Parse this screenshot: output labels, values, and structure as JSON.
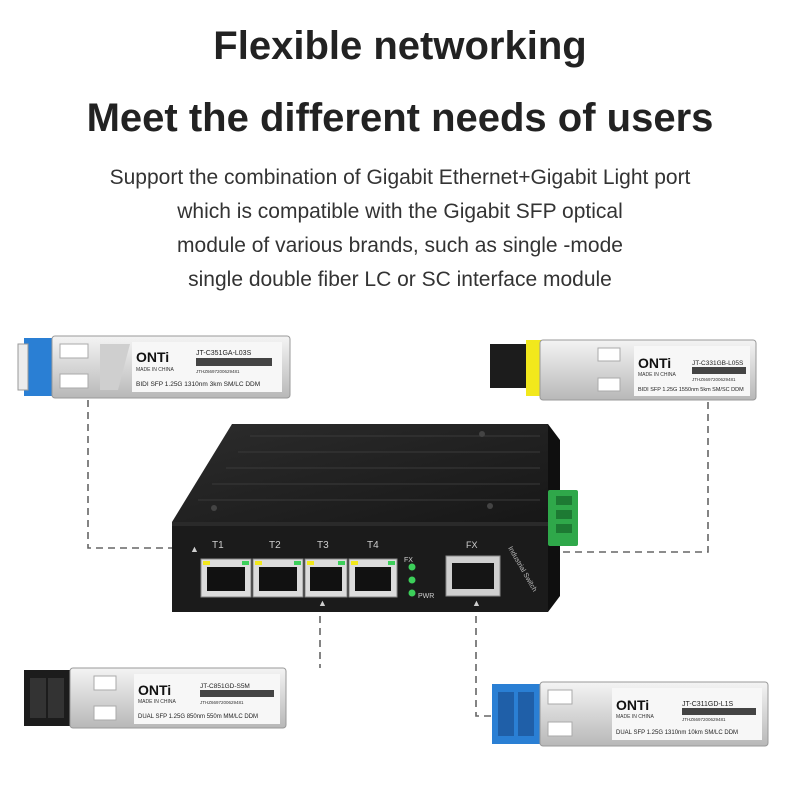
{
  "header": {
    "title_line1": "Flexible networking",
    "title_line2": "Meet the different needs of users",
    "description": [
      "Support the combination of Gigabit Ethernet+Gigabit Light port",
      "which is compatible with the Gigabit SFP optical",
      "module of various brands, such as single -mode",
      "single double fiber LC or SC interface module"
    ]
  },
  "switch": {
    "port_labels": [
      "T1",
      "T2",
      "T3",
      "T4"
    ],
    "fx_label": "FX",
    "fx_led_label": "FX",
    "pwr_led_label": "PWR",
    "side_text": "Industrial Switch"
  },
  "modules": {
    "top_left": {
      "brand": "ONTi",
      "made_in": "MADE IN CHINA",
      "model": "JT-C351GA-L03S",
      "serial": "JTHZ6697200629481",
      "spec": "BIDI  SFP  1.25G  1310nm 3km SM/LC  DDM"
    },
    "top_right": {
      "brand": "ONTi",
      "made_in": "MADE IN CHINA",
      "model": "JT-C331GB-L05S",
      "serial": "JTHZ6697200629481",
      "spec": "BIDI  SFP  1.25G  1550nm 5km SM/SC DDM"
    },
    "bottom_left": {
      "brand": "ONTi",
      "made_in": "MADE IN CHINA",
      "model": "JT-C851GD-S5M",
      "serial": "JTHZ6697200629481",
      "spec": "DUAL  SFP  1.25G  850nm  550m MM/LC  DDM"
    },
    "bottom_right": {
      "brand": "ONTi",
      "made_in": "MADE IN CHINA",
      "model": "JT-C311GD-L1S",
      "serial": "JTHZ6697200629481",
      "spec": "DUAL  SFP  1.25G  1310nm 10km SM/LC  DDM"
    }
  },
  "colors": {
    "title": "#222222",
    "text": "#333333",
    "switch_body": "#1e1e1e",
    "led_green": "#3ccf5a",
    "terminal_green": "#2fa84a",
    "fiber_blue": "#2a7fd4",
    "fiber_yellow": "#f2e81c"
  }
}
